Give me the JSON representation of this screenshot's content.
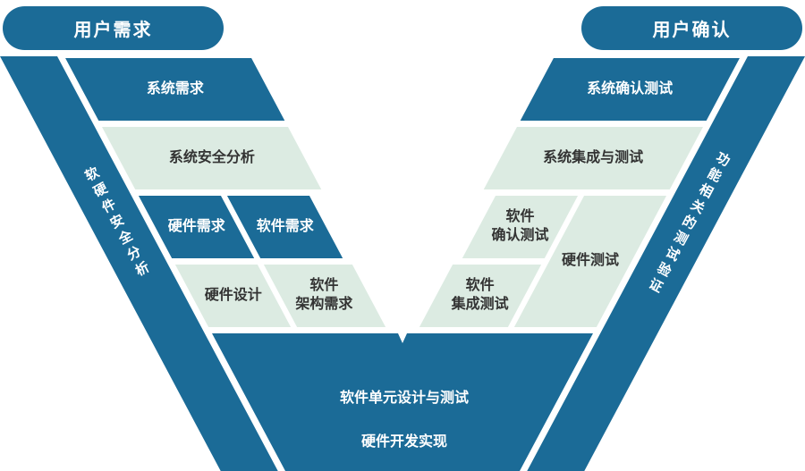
{
  "colors": {
    "dark": "#1b6b97",
    "light": "#dcebe2",
    "ink": "#333333"
  },
  "pills": {
    "left": "用户需求",
    "right": "用户确认"
  },
  "bands": {
    "left": "软硬件安全分析",
    "right": "功能相关的测试验证"
  },
  "blocks": {
    "sys_req": "系统需求",
    "sys_safety": "系统安全分析",
    "hw_req": "硬件需求",
    "sw_req": "软件需求",
    "hw_design": "硬件设计",
    "sw_arch": [
      "软件",
      "架构需求"
    ],
    "sys_val": "系统确认测试",
    "sys_int": "系统集成与测试",
    "sw_val": [
      "软件",
      "确认测试"
    ],
    "hw_test": "硬件测试",
    "sw_int": [
      "软件",
      "集成测试"
    ],
    "sw_unit": "软件单元设计与测试",
    "hw_dev": "硬件开发实现"
  }
}
